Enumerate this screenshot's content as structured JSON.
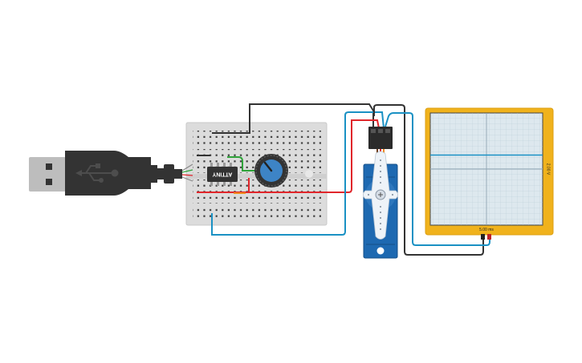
{
  "circuit": {
    "chip": {
      "label": "ATTINY"
    },
    "oscilloscope": {
      "time_per_div": "5.00 ms",
      "volts_per_div": "2.00 V"
    }
  }
}
